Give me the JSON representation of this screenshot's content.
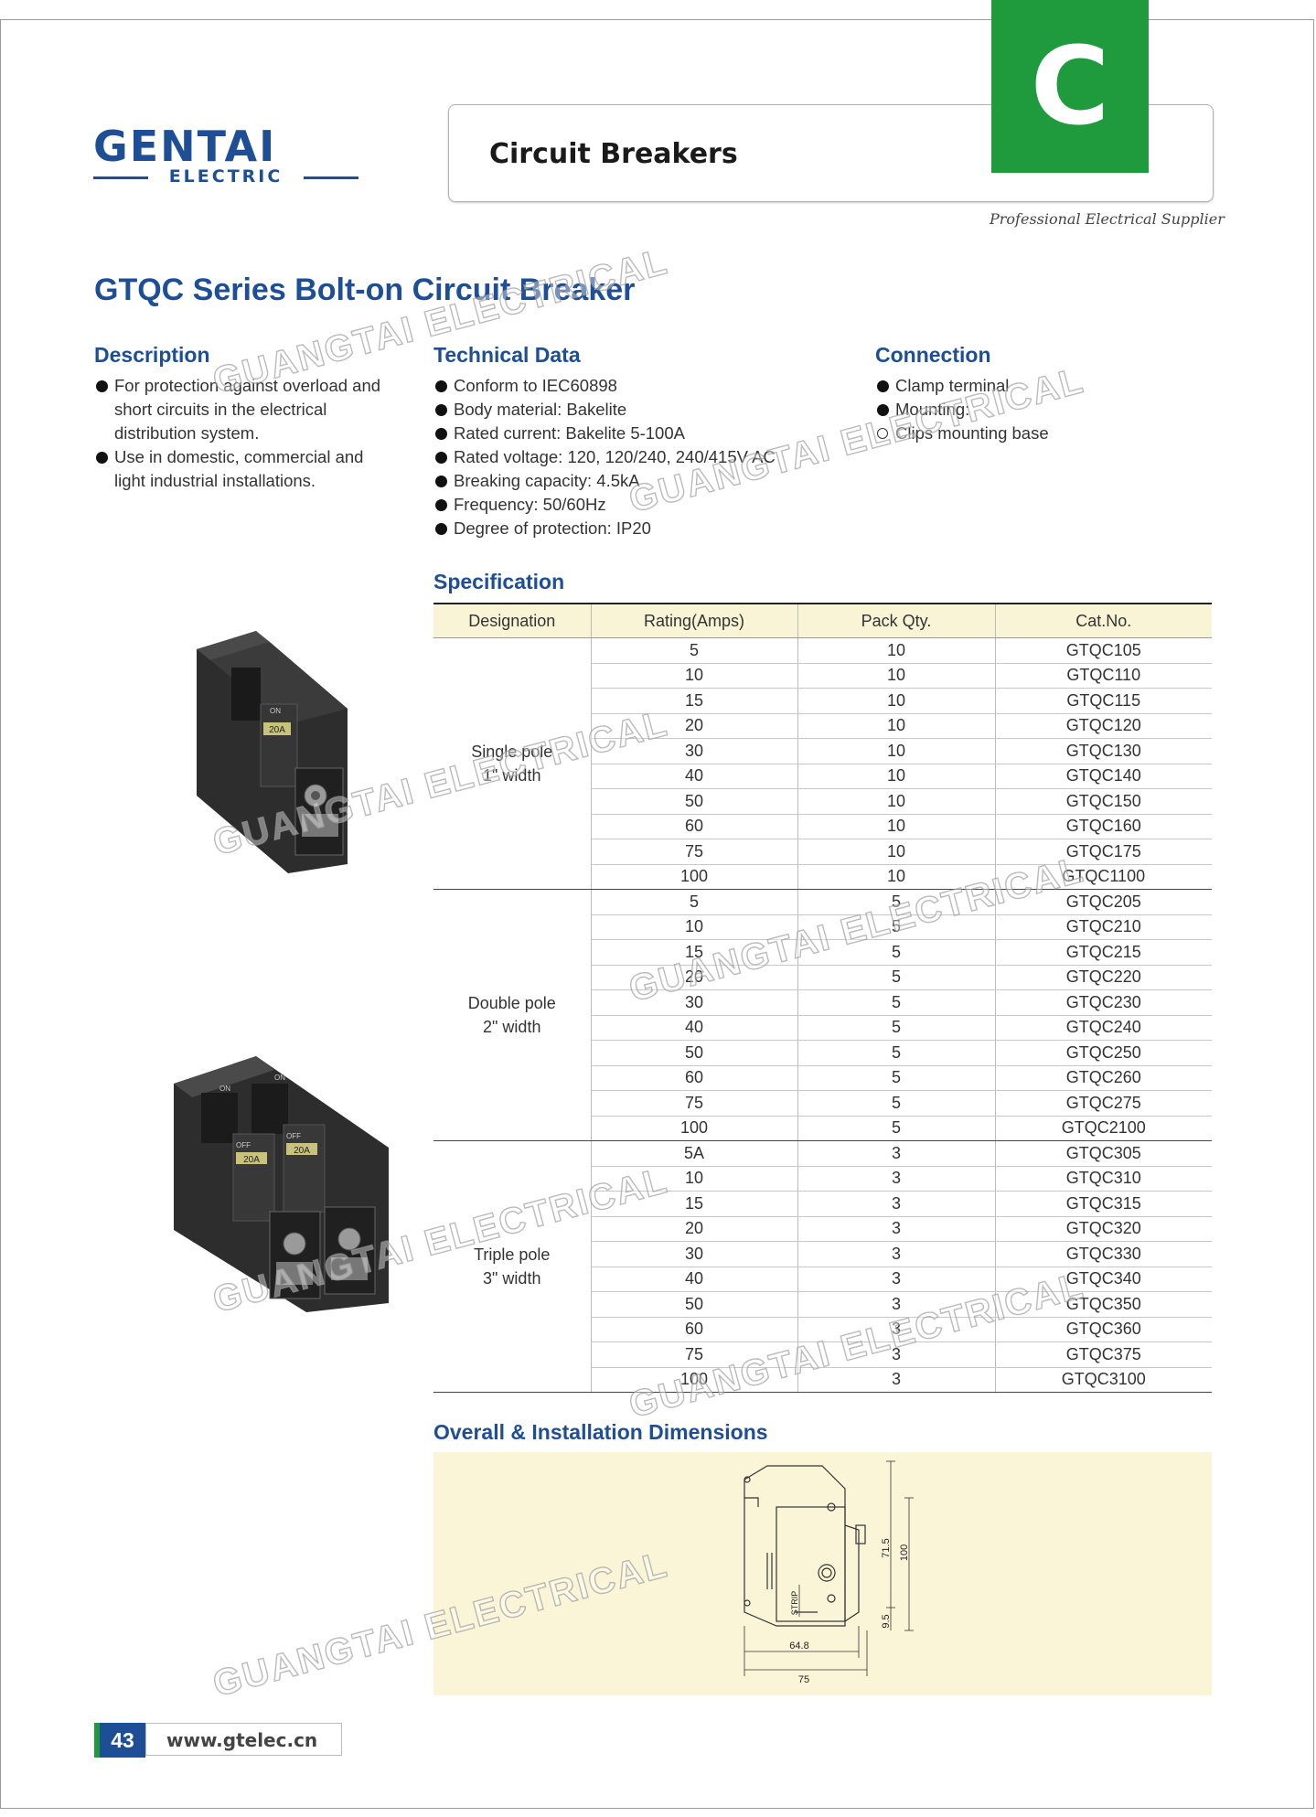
{
  "logo": {
    "brand": "GENTAI",
    "sub": "ELECTRIC"
  },
  "header": {
    "title": "Circuit Breakers",
    "section_letter": "C",
    "tagline": "Professional Electrical Supplier"
  },
  "page_title": "GTQC Series Bolt-on Circuit Breaker",
  "description": {
    "heading": "Description",
    "items": [
      "For protection against overload and short circuits in the electrical distribution system.",
      "Use in domestic, commercial and light industrial installations."
    ]
  },
  "technical": {
    "heading": "Technical Data",
    "items": [
      "Conform to IEC60898",
      "Body material: Bakelite",
      "Rated current: Bakelite 5-100A",
      "Rated voltage: 120, 120/240, 240/415V AC",
      "Breaking capacity: 4.5kA",
      "Frequency: 50/60Hz",
      "Degree of protection: IP20"
    ]
  },
  "connection": {
    "heading": "Connection",
    "items": [
      "Clamp terminal",
      "Mounting:",
      "Clips mounting base"
    ]
  },
  "spec": {
    "heading": "Specification",
    "columns": [
      "Designation",
      "Rating(Amps)",
      "Pack Qty.",
      "Cat.No."
    ],
    "groups": [
      {
        "designation": "Single pole",
        "width": "1\" width",
        "rows": [
          [
            "5",
            "10",
            "GTQC105"
          ],
          [
            "10",
            "10",
            "GTQC110"
          ],
          [
            "15",
            "10",
            "GTQC115"
          ],
          [
            "20",
            "10",
            "GTQC120"
          ],
          [
            "30",
            "10",
            "GTQC130"
          ],
          [
            "40",
            "10",
            "GTQC140"
          ],
          [
            "50",
            "10",
            "GTQC150"
          ],
          [
            "60",
            "10",
            "GTQC160"
          ],
          [
            "75",
            "10",
            "GTQC175"
          ],
          [
            "100",
            "10",
            "GTQC1100"
          ]
        ]
      },
      {
        "designation": "Double pole",
        "width": "2\" width",
        "rows": [
          [
            "5",
            "5",
            "GTQC205"
          ],
          [
            "10",
            "5",
            "GTQC210"
          ],
          [
            "15",
            "5",
            "GTQC215"
          ],
          [
            "20",
            "5",
            "GTQC220"
          ],
          [
            "30",
            "5",
            "GTQC230"
          ],
          [
            "40",
            "5",
            "GTQC240"
          ],
          [
            "50",
            "5",
            "GTQC250"
          ],
          [
            "60",
            "5",
            "GTQC260"
          ],
          [
            "75",
            "5",
            "GTQC275"
          ],
          [
            "100",
            "5",
            "GTQC2100"
          ]
        ]
      },
      {
        "designation": "Triple pole",
        "width": "3\" width",
        "rows": [
          [
            "5A",
            "3",
            "GTQC305"
          ],
          [
            "10",
            "3",
            "GTQC310"
          ],
          [
            "15",
            "3",
            "GTQC315"
          ],
          [
            "20",
            "3",
            "GTQC320"
          ],
          [
            "30",
            "3",
            "GTQC330"
          ],
          [
            "40",
            "3",
            "GTQC340"
          ],
          [
            "50",
            "3",
            "GTQC350"
          ],
          [
            "60",
            "3",
            "GTQC360"
          ],
          [
            "75",
            "3",
            "GTQC375"
          ],
          [
            "100",
            "3",
            "GTQC3100"
          ]
        ]
      }
    ]
  },
  "products": {
    "single": {
      "on": "ON",
      "rating": "20A"
    },
    "double": {
      "on": "ON",
      "off": "OFF",
      "rating": "20A"
    }
  },
  "dimensions": {
    "heading": "Overall & Installation Dimensions",
    "labels": {
      "w1": "64.8",
      "w2": "75",
      "h1": "71.5",
      "h2": "100",
      "h3": "9.5",
      "strip": "STRIP"
    }
  },
  "footer": {
    "page": "43",
    "url": "www.gtelec.cn"
  },
  "watermark": "GUANGTAI ELECTRICAL"
}
